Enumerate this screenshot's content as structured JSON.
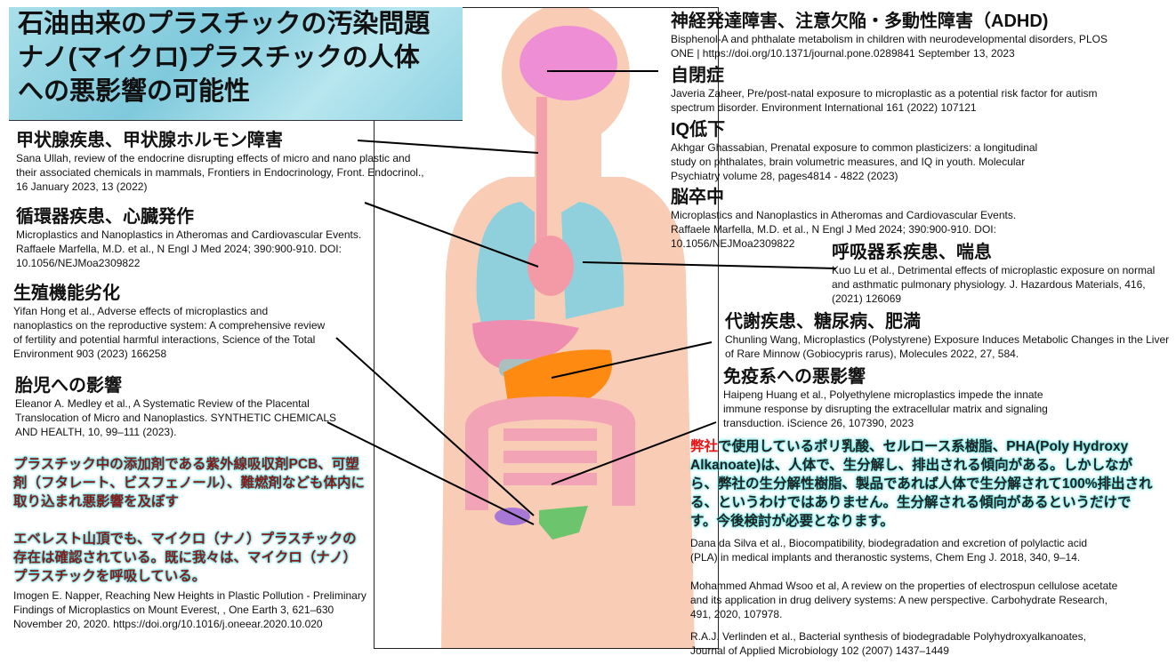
{
  "title": {
    "line1": "石油由来のプラスチックの汚染問題",
    "line2": "ナノ(マイクロ)プラスチックの人体",
    "line3": "への悪影響の可能性"
  },
  "left": [
    {
      "heading": "甲状腺疾患、甲状腺ホルモン障害",
      "ref": "Sana Ullah, review of the endocrine disrupting effects of micro and nano plastic and their associated chemicals in mammals, Frontiers in Endocrinology, Front. Endocrinol., 16 January 2023, 13 (2022)"
    },
    {
      "heading": "循環器疾患、心臓発作",
      "ref": "Microplastics and Nanoplastics in Atheromas and Cardiovascular Events. Raffaele Marfella, M.D. et al., N Engl J Med 2024; 390:900-910. DOI: 10.1056/NEJMoa2309822"
    },
    {
      "heading": "生殖機能劣化",
      "ref": "Yifan Hong et al., Adverse effects of microplastics and nanoplastics on the reproductive system: A comprehensive review of fertility and potential harmful interactions, Science of the Total Environment 903 (2023) 166258"
    },
    {
      "heading": "胎児への影響",
      "ref": "Eleanor A. Medley et al., A Systematic Review of the Placental Translocation of Micro and Nanoplastics. SYNTHETIC CHEMICALS AND HEALTH, 10, 99–111 (2023)."
    }
  ],
  "additives_note": "プラスチック中の添加剤である紫外線吸収剤PCB、可塑剤（フタレート、ビスフェノール）、難燃剤なども体内に取り込まれ悪影響を及ぼす",
  "everest_note": "エベレスト山頂でも、マイクロ（ナノ）プラスチックの存在は確認されている。既に我々は、マイクロ（ナノ）プラスチックを呼吸している。",
  "everest_ref": "Imogen E. Napper, Reaching New Heights in Plastic Pollution - Preliminary Findings of Microplastics on Mount Everest, , One Earth 3, 621–630 November 20, 2020. https://doi.org/10.1016/j.oneear.2020.10.020",
  "right": [
    {
      "heading": "神経発達障害、注意欠陥・多動性障害（ADHD)",
      "ref": "Bisphenol-A and phthalate metabolism in children with neurodevelopmental disorders, PLOS ONE | https://doi.org/10.1371/journal.pone.0289841 September 13, 2023"
    },
    {
      "heading": "自閉症",
      "ref": "Javeria Zaheer, Pre/post-natal exposure to microplastic as a potential risk factor for autism spectrum disorder. Environment International 161 (2022) 107121"
    },
    {
      "heading": "IQ低下",
      "ref": "Akhgar Ghassabian, Prenatal exposure to common plasticizers: a longitudinal study on phthalates, brain volumetric measures, and IQ in youth. Molecular Psychiatry volume 28, pages4814 - 4822 (2023)"
    },
    {
      "heading": "脳卒中",
      "ref": "Microplastics and Nanoplastics in Atheromas and Cardiovascular Events. Raffaele Marfella, M.D. et al., N Engl J Med 2024; 390:900-910. DOI: 10.1056/NEJMoa2309822"
    },
    {
      "heading": "呼吸器系疾患、喘息",
      "ref": "Kuo Lu et al., Detrimental effects of microplastic exposure on normal and asthmatic pulmonary physiology. J. Hazardous Materials, 416, (2021) 126069"
    },
    {
      "heading": "代謝疾患、糖尿病、肥満",
      "ref": "Chunling Wang, Microplastics (Polystyrene) Exposure Induces Metabolic Changes in the Liver of Rare Minnow (Gobiocypris rarus), Molecules 2022, 27, 584."
    },
    {
      "heading": "免疫系への悪影響",
      "ref": "Haipeng Huang et al., Polyethylene microplastics impede the innate immune response by disrupting the extracellular matrix and signaling transduction. iScience 26, 107390, 2023"
    }
  ],
  "company_note": {
    "red_part": "弊社",
    "text": "で使用しているポリ乳酸、セルロース系樹脂、PHA(Poly Hydroxy Alkanoate)は、人体で、生分解し、排出される傾向がある。しかしながら、弊社の生分解性樹脂、製品であれば人体で生分解されて100%排出される、というわけではありません。生分解される傾向があるというだけです。今後検討が必要となります。"
  },
  "bio_refs": [
    "Dana da Silva et al., Biocompatibility, biodegradation and excretion of polylactic acid (PLA) in medical implants and theranostic systems, Chem Eng J. 2018, 340, 9–14.",
    "Mohammed Ahmad Wsoo et al, A review on the properties of electrospun cellulose acetate and its application in drug delivery systems: A new perspective. Carbohydrate Research, 491, 2020, 107978.",
    "R.A.J. Verlinden et al., Bacterial synthesis of biodegradable Polyhydroxyalkanoates, Journal of Applied Microbiology 102 (2007) 1437–1449"
  ],
  "colors": {
    "skin": "#f9cdb5",
    "brain": "#ee8fd6",
    "lungs": "#8fd0dc",
    "heart": "#f49aa6",
    "stomach": "#ff8a12",
    "intestine": "#f2a3b6"
  }
}
